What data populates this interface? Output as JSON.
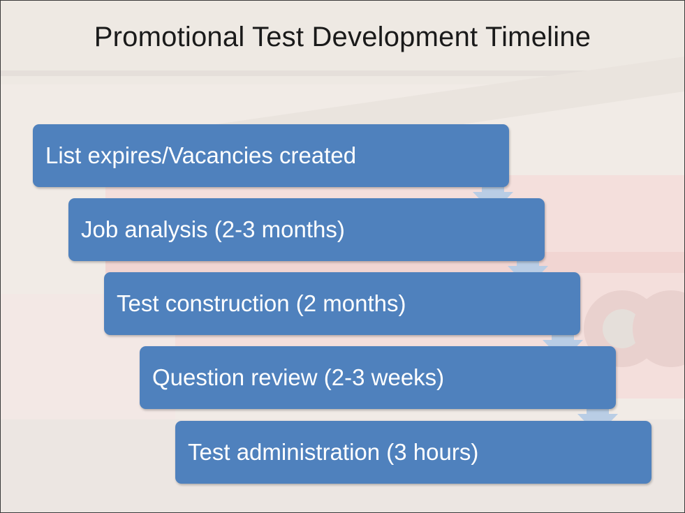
{
  "slide": {
    "title": "Promotional Test Development Timeline",
    "steps": [
      {
        "label": "List expires/Vacancies created"
      },
      {
        "label": "Job analysis (2-3 months)"
      },
      {
        "label": "Test construction (2 months)"
      },
      {
        "label": "Question review (2-3 weeks)"
      },
      {
        "label": "Test administration (3 hours)"
      }
    ]
  },
  "colors": {
    "box_fill": "#4f81bd",
    "arrow_fill": "#b9cde5",
    "title_text": "#1a1a1a",
    "box_text": "#ffffff"
  }
}
